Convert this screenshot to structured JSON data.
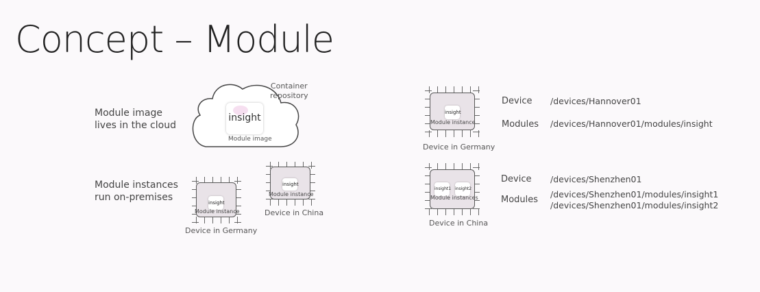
{
  "title": "Concept – Module",
  "left": {
    "caption_image": [
      "Module image",
      "lives in the cloud"
    ],
    "caption_instances": [
      "Module instances",
      "run on-premises"
    ],
    "cloud": {
      "label": [
        "Container",
        "repository"
      ],
      "image_text": "insight",
      "image_caption": "Module image"
    },
    "device_germany": {
      "module_text": "insight",
      "module_caption": "Module instance",
      "label": "Device in Germany"
    },
    "device_china": {
      "module_text": "insight",
      "module_caption": "Module instance",
      "label": "Device in China"
    }
  },
  "right": {
    "germany": {
      "module_text": "insight",
      "module_caption": "Module instance",
      "device_label": "Device in Germany",
      "device_key": "Device",
      "device_path": "/devices/Hannover01",
      "modules_key": "Modules",
      "modules_paths": [
        "/devices/Hannover01/modules/insight"
      ]
    },
    "china": {
      "module_texts": [
        "insight1",
        "insight2"
      ],
      "module_caption": "Module instances",
      "device_label": "Device in China",
      "device_key": "Device",
      "device_path": "/devices/Shenzhen01",
      "modules_key": "Modules",
      "modules_paths": [
        "/devices/Shenzhen01/modules/insight1",
        "/devices/Shenzhen01/modules/insight2"
      ]
    }
  }
}
